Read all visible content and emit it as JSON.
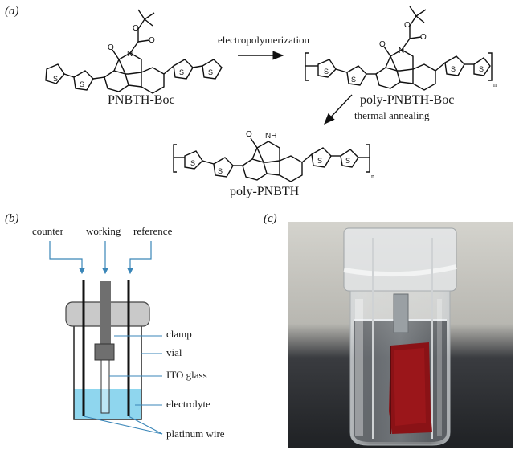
{
  "panel_a": {
    "label": "(a)",
    "monomer_name": "PNBTH-Boc",
    "polymer_boc_name": "poly-PNBTH-Boc",
    "polymer_name": "poly-PNBTH",
    "step1": "electropolymerization",
    "step2": "thermal annealing",
    "repeat_sub": "n",
    "atom_S": "S",
    "atom_N": "N",
    "atom_O": "O",
    "atom_H": "H",
    "atom_NH": "NH"
  },
  "panel_b": {
    "label": "(b)",
    "electrodes": [
      "counter",
      "working",
      "reference"
    ],
    "callouts": [
      "clamp",
      "vial",
      "ITO glass",
      "electrolyte",
      "platinum wire"
    ],
    "colors": {
      "electrolyte": "#8fd6ee",
      "cap": "#c9c9c9",
      "clamp": "#6f6f6f",
      "wire": "#111111"
    }
  },
  "panel_c": {
    "label": "(c)",
    "photo_colors": {
      "film": "#8a1216",
      "bench": "#2b2d30",
      "wall": "#c9c8c2"
    }
  }
}
